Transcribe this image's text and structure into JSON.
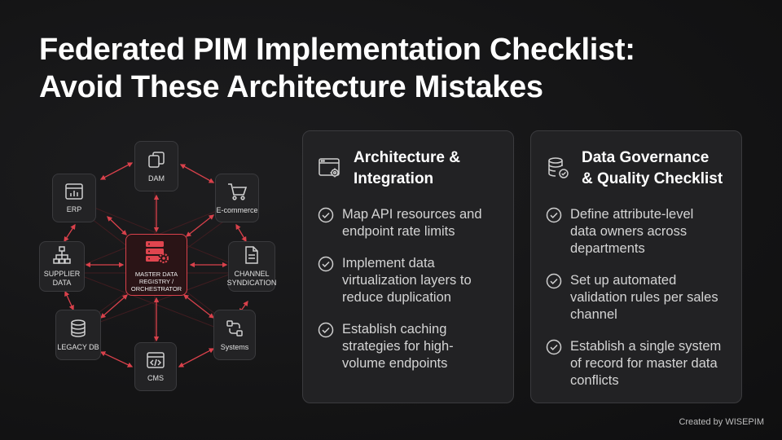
{
  "title": {
    "line1": "Federated PIM Implementation Checklist:",
    "line2": "Avoid These Architecture Mistakes"
  },
  "diagram": {
    "hub": {
      "label_lines": [
        "MASTER DATA",
        "REGISTRY /",
        "ORCHESTRATOR"
      ],
      "icon": "server-gear-icon"
    },
    "nodes": [
      {
        "id": "dam",
        "label": "DAM",
        "icon": "copy-icon"
      },
      {
        "id": "ecommerce",
        "label": "E-commerce",
        "icon": "cart-icon"
      },
      {
        "id": "channel",
        "label_lines": [
          "CHANNEL",
          "SYNDICATION"
        ],
        "icon": "document-icon"
      },
      {
        "id": "systems",
        "label": "Systems",
        "icon": "sync-icon"
      },
      {
        "id": "cms",
        "label": "CMS",
        "icon": "code-window-icon"
      },
      {
        "id": "legacy",
        "label": "LEGACY DB",
        "icon": "database-icon"
      },
      {
        "id": "supplier",
        "label_lines": [
          "SUPPLIER",
          "DATA"
        ],
        "icon": "org-chart-icon"
      },
      {
        "id": "erp",
        "label": "ERP",
        "icon": "bar-chart-window-icon"
      }
    ],
    "colors": {
      "accent": "#d9414b",
      "node_bg": "#232325",
      "node_border": "#3a3a3d"
    }
  },
  "cards": [
    {
      "title_lines": [
        "Architecture &",
        "Integration"
      ],
      "icon": "window-gear-icon",
      "items": [
        [
          "Map API resources and",
          "endpoint rate limits"
        ],
        [
          "Implement data",
          "virtualization layers to",
          "reduce duplication"
        ],
        [
          "Establish caching",
          "strategies for high-",
          "volume endpoints"
        ]
      ]
    },
    {
      "title_lines": [
        "Data Governance",
        "& Quality Checklist"
      ],
      "icon": "database-check-icon",
      "items": [
        [
          "Define attribute-level",
          "data owners across",
          "departments"
        ],
        [
          "Set up automated",
          "validation rules per sales",
          "channel"
        ],
        [
          "Establish a single system",
          "of record for master data",
          "conflicts"
        ]
      ]
    }
  ],
  "footer": "Created by WISEPIM"
}
